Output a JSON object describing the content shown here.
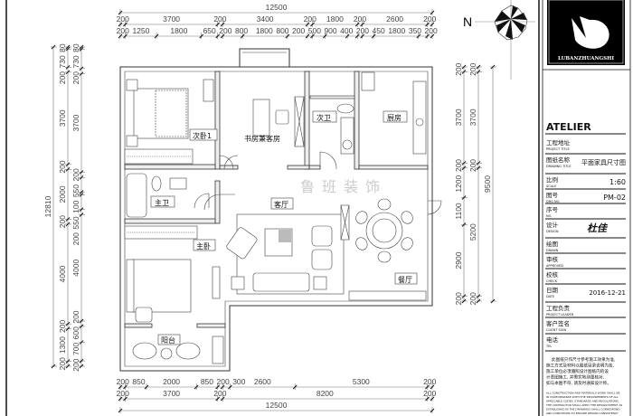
{
  "dimensions": {
    "top": [
      [
        "12500"
      ],
      [
        "200",
        "3700",
        "200",
        "3400",
        "200",
        "1800",
        "200",
        "2600",
        "200"
      ],
      [
        "200",
        "1250",
        "1800",
        "650",
        "200",
        "800",
        "1800",
        "800",
        "200",
        "500",
        "900",
        "400",
        "200",
        "450",
        "1800",
        "350",
        "200"
      ]
    ],
    "bottom": [
      [
        "200",
        "850",
        "2000",
        "850",
        "200",
        "300",
        "2600",
        "5300",
        "200"
      ],
      [
        "200",
        "3700",
        "200",
        "8200",
        "200"
      ],
      [
        "12500"
      ]
    ],
    "left": [
      [
        "12810"
      ],
      [
        "80",
        "730",
        "200",
        "3700",
        "200",
        "2000",
        "200",
        "4000",
        "200",
        "1300",
        "200"
      ],
      [
        "80",
        "730",
        "200",
        "3700",
        "200",
        "550",
        "100",
        "550",
        "200",
        "4000",
        "200",
        "600",
        "700",
        "200"
      ]
    ],
    "right": [
      [
        "200",
        "3700",
        "200",
        "1200",
        "1100",
        "2900",
        "200"
      ],
      [
        "200",
        "3700",
        "200",
        "5200",
        "200"
      ],
      [
        "9500"
      ]
    ]
  },
  "rooms": {
    "bedroom2": "次卧1",
    "study": "书房兼客房",
    "bath2": "次卫",
    "kitchen": "厨房",
    "master_bath": "主卫",
    "living": "客厅",
    "master_bedroom": "主卧",
    "dining": "餐厅",
    "balcony": "阳台"
  },
  "north_label": "N",
  "watermark": "鲁班装饰",
  "logo_text": "LUBANZHUANGSHI",
  "title_block": {
    "firm": "ATELIER",
    "rows": [
      {
        "cn": "工程地址",
        "en": "PROJECT TITLE",
        "value": ""
      },
      {
        "cn": "图纸名称",
        "en": "DRAWING TITLE",
        "value": "平面家具尺寸图"
      },
      {
        "cn": "比例",
        "en": "SCALE",
        "value": "1:60"
      },
      {
        "cn": "图号",
        "en": "DRG NO.",
        "value": "PM-02"
      },
      {
        "cn": "序号",
        "en": "NO.",
        "value": ""
      },
      {
        "cn": "设计",
        "en": "DESIGN",
        "value": "杜佳"
      },
      {
        "cn": "绘图",
        "en": "DRAWN",
        "value": ""
      },
      {
        "cn": "审核",
        "en": "APPROVED",
        "value": ""
      },
      {
        "cn": "校核",
        "en": "CHECK",
        "value": ""
      },
      {
        "cn": "日期",
        "en": "DATE",
        "value": "2016-12-21"
      },
      {
        "cn": "工程负责",
        "en": "PROJECT LEADER",
        "value": ""
      },
      {
        "cn": "客户签名",
        "en": "CLIENT SIGN",
        "value": ""
      },
      {
        "cn": "电话",
        "en": "TEL",
        "value": ""
      }
    ],
    "note_cn": [
      "此图纸只作尺寸参考施工效果为准,",
      "施工方式及材料以图纸目录说明为准,",
      "施工单位必须遵照设计图纸内的设",
      "计意图施工, 并需实地测量核对,",
      "如与本图不符, 请及时通知设计师。"
    ],
    "note_en": [
      "ALL CONSTRUCTION AND MATERIALS WORK SHALL BE",
      "IN CONFORMANCE WITH THE REQUIREMENTS OF ALL",
      "APPLICABLE CODES, STANDARDS AND REGULATIONS.",
      "THE CONTRACTOR SHALL APPLY THE DESIGN INTENT AS",
      "ESTABLISHED IN THE DRAWINGS SHALL CORRESPOND",
      "AND CONDITIONS TO ENSURE DESIGN CONSISTENCY"
    ]
  }
}
